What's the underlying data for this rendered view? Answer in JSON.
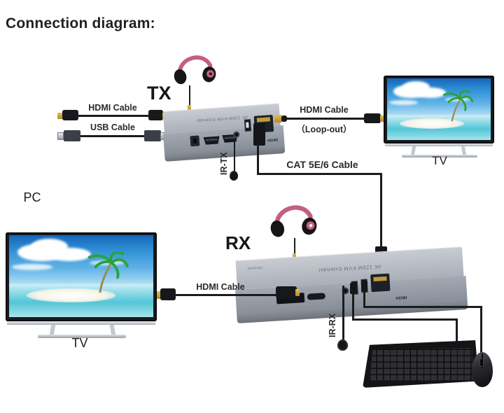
{
  "title": "Connection diagram:",
  "devices": {
    "pc": {
      "label": "PC"
    },
    "tx": {
      "label": "TX",
      "top_text": "4K 120M KVM Extender",
      "brand": "HDMI"
    },
    "rx": {
      "label": "RX",
      "top_text": "4K 120M KVM Extender",
      "corner_text": "Receiver",
      "brand": "HDMI"
    },
    "tv_top": {
      "label": "TV"
    },
    "tv_bottom": {
      "label": "TV"
    }
  },
  "cable_labels": {
    "hdmi_pc_tx": "HDMI Cable",
    "usb_pc_tx": "USB Cable",
    "hdmi_loopout_line1": "HDMI Cable",
    "hdmi_loopout_line2": "（Loop-out）",
    "cat": "CAT 5E/6 Cable",
    "hdmi_rx_tv": "HDMI Cable",
    "ir_tx": "IR-TX",
    "ir_rx": "IR-RX"
  },
  "colors": {
    "background": "#ffffff",
    "text": "#231f20",
    "cable_black": "#1c1c1e",
    "device_gray_top": "#b3b8c0",
    "device_gray_front": "#8d939c",
    "headphone_pink": "#c4607e",
    "sky_blue": "#2f8fd4",
    "sea_turquoise": "#55c6d8",
    "hdmi_gold": "#c9a23a"
  }
}
